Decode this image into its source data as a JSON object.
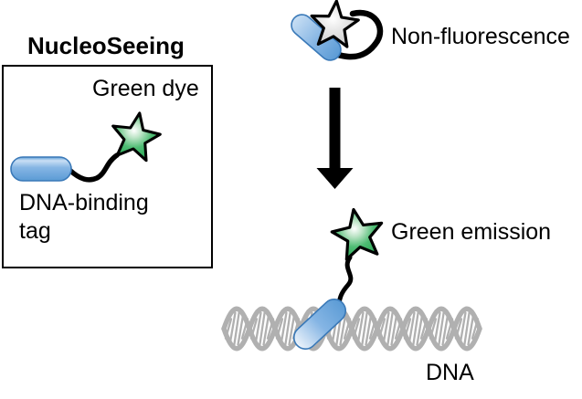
{
  "legend": {
    "title": "NucleoSeeing",
    "green_dye_label": "Green dye",
    "tag_label_line1": "DNA-binding",
    "tag_label_line2": "tag"
  },
  "pathway": {
    "top_state_label": "Non-fluorescence",
    "bottom_state_label": "Green emission",
    "dna_label": "DNA"
  },
  "icons": {
    "green_star": "green-dye-star-icon",
    "gray_star": "quenched-dye-star-icon",
    "blue_capsule": "dna-binding-tag-capsule-icon",
    "linker": "flexible-linker-icon",
    "folded_loop": "folded-linker-loop-icon",
    "down_arrow": "transition-down-arrow-icon",
    "dna_helix": "dna-double-helix-icon"
  },
  "colors": {
    "background": "#FFFFFF",
    "ink": "#000000",
    "green_star": "#2AA855",
    "green_star_mid": "#4FBC74",
    "green_star_pale": "#BCE4C6",
    "star_glow": "#FFFFFF",
    "gray_star": "#CBCBCB",
    "gray_star_mid": "#E8E8E8",
    "tag_blue": "#5B9BD5",
    "tag_blue_mid": "#85B5E4",
    "tag_blue_light": "#C9DFF4",
    "tag_blue_pale": "#EDF4FB",
    "tag_outline": "#3A79B8",
    "dna_gray": "#B0B0B0"
  }
}
